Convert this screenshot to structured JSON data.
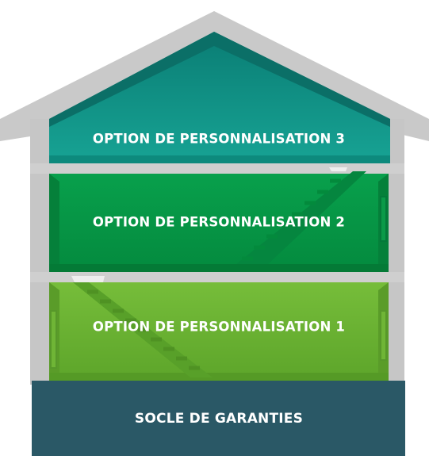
{
  "diagram": {
    "floors": [
      {
        "label": "OPTION DE PERSONNALISATION 3",
        "color": "#13968a"
      },
      {
        "label": "OPTION DE PERSONNALISATION 2",
        "color": "#069a47"
      },
      {
        "label": "OPTION DE PERSONNALISATION 1",
        "color": "#6bb534"
      }
    ],
    "foundation": {
      "label": "SOCLE DE GARANTIES",
      "color": "#2a5866"
    },
    "wall_color": "#c8c8c8"
  }
}
